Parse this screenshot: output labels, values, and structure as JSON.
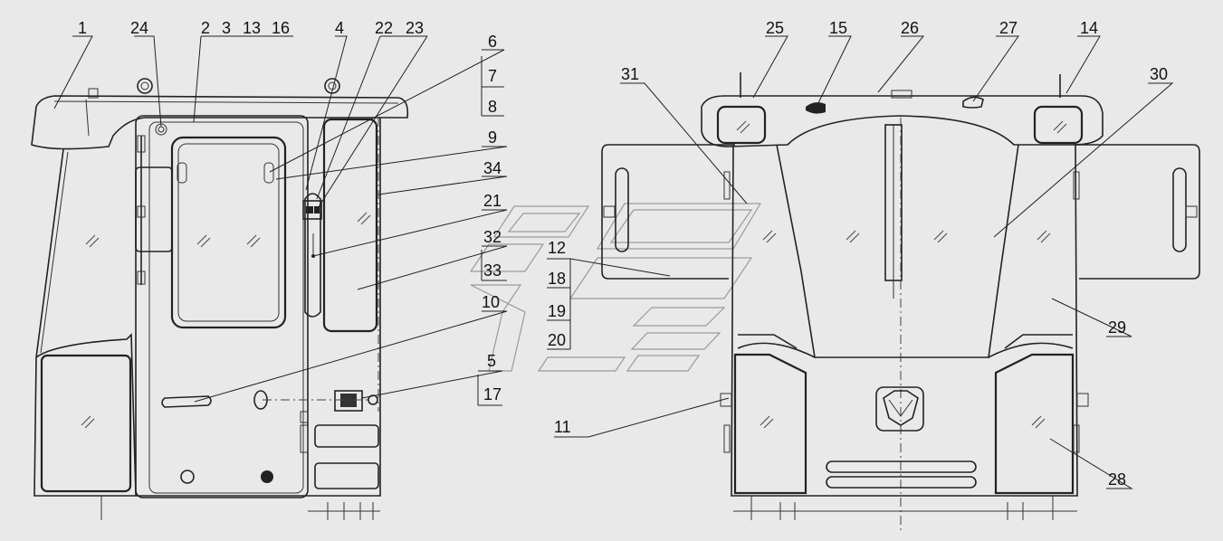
{
  "diagram": {
    "callouts": [
      {
        "id": "c1",
        "text": "1"
      },
      {
        "id": "c24",
        "text": "24"
      },
      {
        "id": "c2",
        "text": "2"
      },
      {
        "id": "c3",
        "text": "3"
      },
      {
        "id": "c13",
        "text": "13"
      },
      {
        "id": "c16",
        "text": "16"
      },
      {
        "id": "c4",
        "text": "4"
      },
      {
        "id": "c22",
        "text": "22"
      },
      {
        "id": "c23",
        "text": "23"
      },
      {
        "id": "c6",
        "text": "6"
      },
      {
        "id": "c7",
        "text": "7"
      },
      {
        "id": "c8",
        "text": "8"
      },
      {
        "id": "c9",
        "text": "9"
      },
      {
        "id": "c34",
        "text": "34"
      },
      {
        "id": "c21",
        "text": "21"
      },
      {
        "id": "c32",
        "text": "32"
      },
      {
        "id": "c33",
        "text": "33"
      },
      {
        "id": "c10",
        "text": "10"
      },
      {
        "id": "c5",
        "text": "5"
      },
      {
        "id": "c17",
        "text": "17"
      },
      {
        "id": "c12",
        "text": "12"
      },
      {
        "id": "c18",
        "text": "18"
      },
      {
        "id": "c19",
        "text": "19"
      },
      {
        "id": "c20",
        "text": "20"
      },
      {
        "id": "c11",
        "text": "11"
      },
      {
        "id": "c25",
        "text": "25"
      },
      {
        "id": "c15",
        "text": "15"
      },
      {
        "id": "c26",
        "text": "26"
      },
      {
        "id": "c27",
        "text": "27"
      },
      {
        "id": "c14",
        "text": "14"
      },
      {
        "id": "c31",
        "text": "31"
      },
      {
        "id": "c30",
        "text": "30"
      },
      {
        "id": "c29",
        "text": "29"
      },
      {
        "id": "c28",
        "text": "28"
      }
    ]
  }
}
